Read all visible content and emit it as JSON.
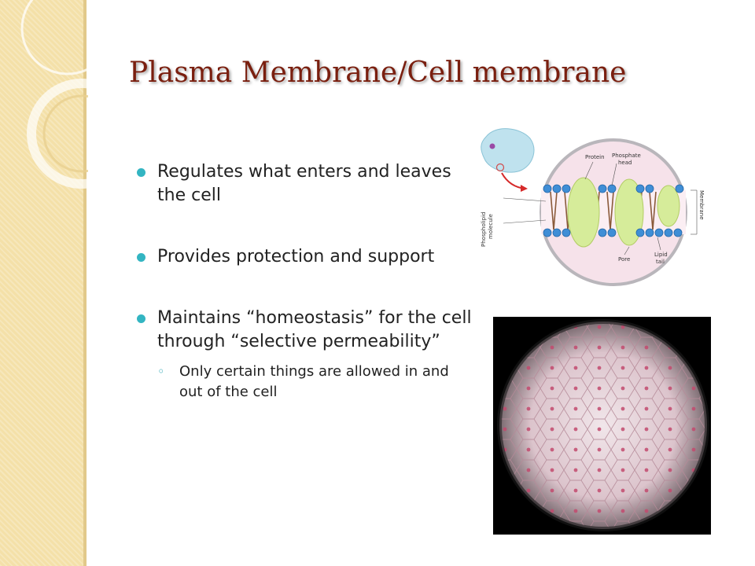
{
  "slide": {
    "title": "Plasma Membrane/Cell membrane",
    "bullets": [
      {
        "text": "Regulates what enters and leaves the cell"
      },
      {
        "text": "Provides protection and support"
      },
      {
        "text": "Maintains “homeostasis” for the cell through “selective permeability”",
        "sub": [
          "Only certain things are allowed in and out of the cell"
        ]
      }
    ]
  },
  "diagram": {
    "labels": {
      "protein": "Protein",
      "phosphate_head_1": "Phosphate",
      "phosphate_head_2": "head",
      "membrane": "Membrane",
      "phospholipid_1": "Phospholipid",
      "phospholipid_2": "molecule",
      "pore": "Pore",
      "lipid_tail_1": "Lipid",
      "lipid_tail_2": "tail"
    }
  },
  "colors": {
    "title": "#7a1f0f",
    "bullet_marker": "#33b5c2",
    "sidebar": "#f4e0a8"
  }
}
